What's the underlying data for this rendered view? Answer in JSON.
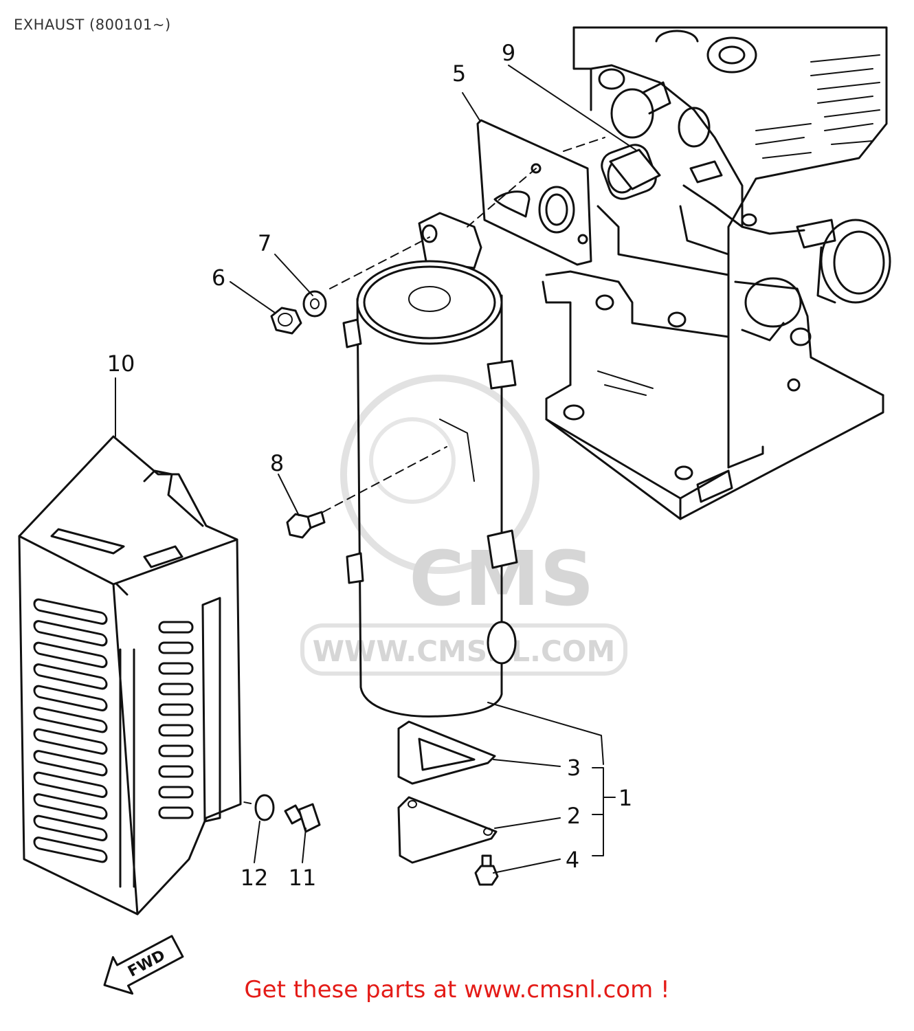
{
  "title": "EXHAUST (800101~)",
  "footer": "Get these parts at www.cmsnl.com !",
  "watermark": {
    "logo": "CMS",
    "url": "WWW.CMSNL.COM"
  },
  "callouts": [
    "1",
    "2",
    "3",
    "4",
    "5",
    "6",
    "7",
    "8",
    "9",
    "10",
    "11",
    "12"
  ],
  "direction_label": "FWD",
  "colors": {
    "footer": "#e41b17",
    "line": "#111111",
    "watermark": "#d6d6d6"
  }
}
